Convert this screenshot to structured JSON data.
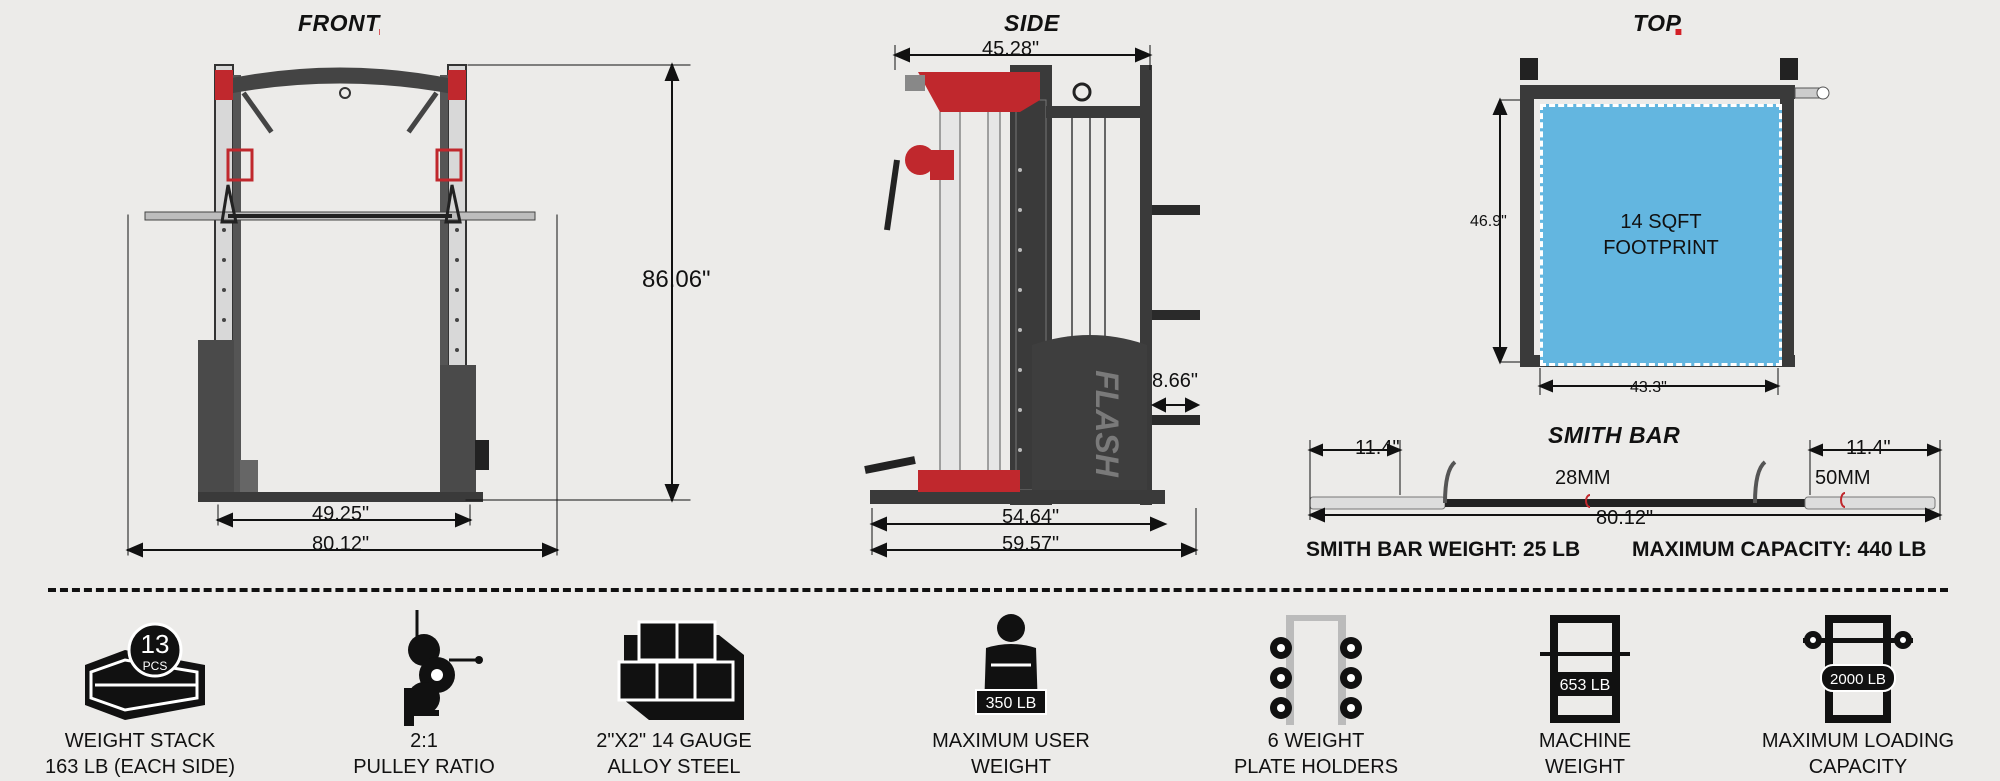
{
  "views": {
    "front": {
      "title": "FRONT",
      "height": "86.06\"",
      "inner_width": "49.25\"",
      "outer_width": "80.12\""
    },
    "side": {
      "title": "SIDE",
      "top_width": "45.28\"",
      "depth_small": "8.66\"",
      "base_width": "54.64\"",
      "total_width": "59.57\"",
      "brand": "FLASH"
    },
    "top": {
      "title": "TOP",
      "depth": "46.9\"",
      "width": "43.3\"",
      "footprint_line1": "14 SQFT",
      "footprint_line2": "FOOTPRINT"
    },
    "smith_bar": {
      "title": "SMITH BAR",
      "left_sleeve": "11.4\"",
      "right_sleeve": "11.4\"",
      "shaft_diameter": "28MM",
      "sleeve_diameter": "50MM",
      "length": "80.12\"",
      "weight_spec": "SMITH BAR WEIGHT: 25 LB",
      "capacity_spec": "MAXIMUM CAPACITY: 440 LB"
    }
  },
  "features": [
    {
      "icon": "weight-stack-icon",
      "badge_top": "13",
      "badge_bottom": "PCS",
      "line1": "WEIGHT STACK",
      "line2": "163 LB (EACH SIDE)"
    },
    {
      "icon": "pulley-icon",
      "line1": "2:1",
      "line2": "PULLEY RATIO"
    },
    {
      "icon": "steel-tubes-icon",
      "line1": "2\"X2\" 14 GAUGE",
      "line2": "ALLOY STEEL"
    },
    {
      "icon": "user-weight-icon",
      "badge": "350 LB",
      "line1": "MAXIMUM USER",
      "line2": "WEIGHT"
    },
    {
      "icon": "plate-holders-icon",
      "line1": "6 WEIGHT",
      "line2": "PLATE HOLDERS"
    },
    {
      "icon": "machine-weight-icon",
      "badge": "653 LB",
      "line1": "MACHINE",
      "line2": "WEIGHT"
    },
    {
      "icon": "loading-capacity-icon",
      "badge": "2000 LB",
      "line1": "MAXIMUM LOADING",
      "line2": "CAPACITY"
    }
  ],
  "colors": {
    "accent": "#d32027",
    "frame": "#3a3a3a",
    "footprint": "#63b6e0"
  }
}
